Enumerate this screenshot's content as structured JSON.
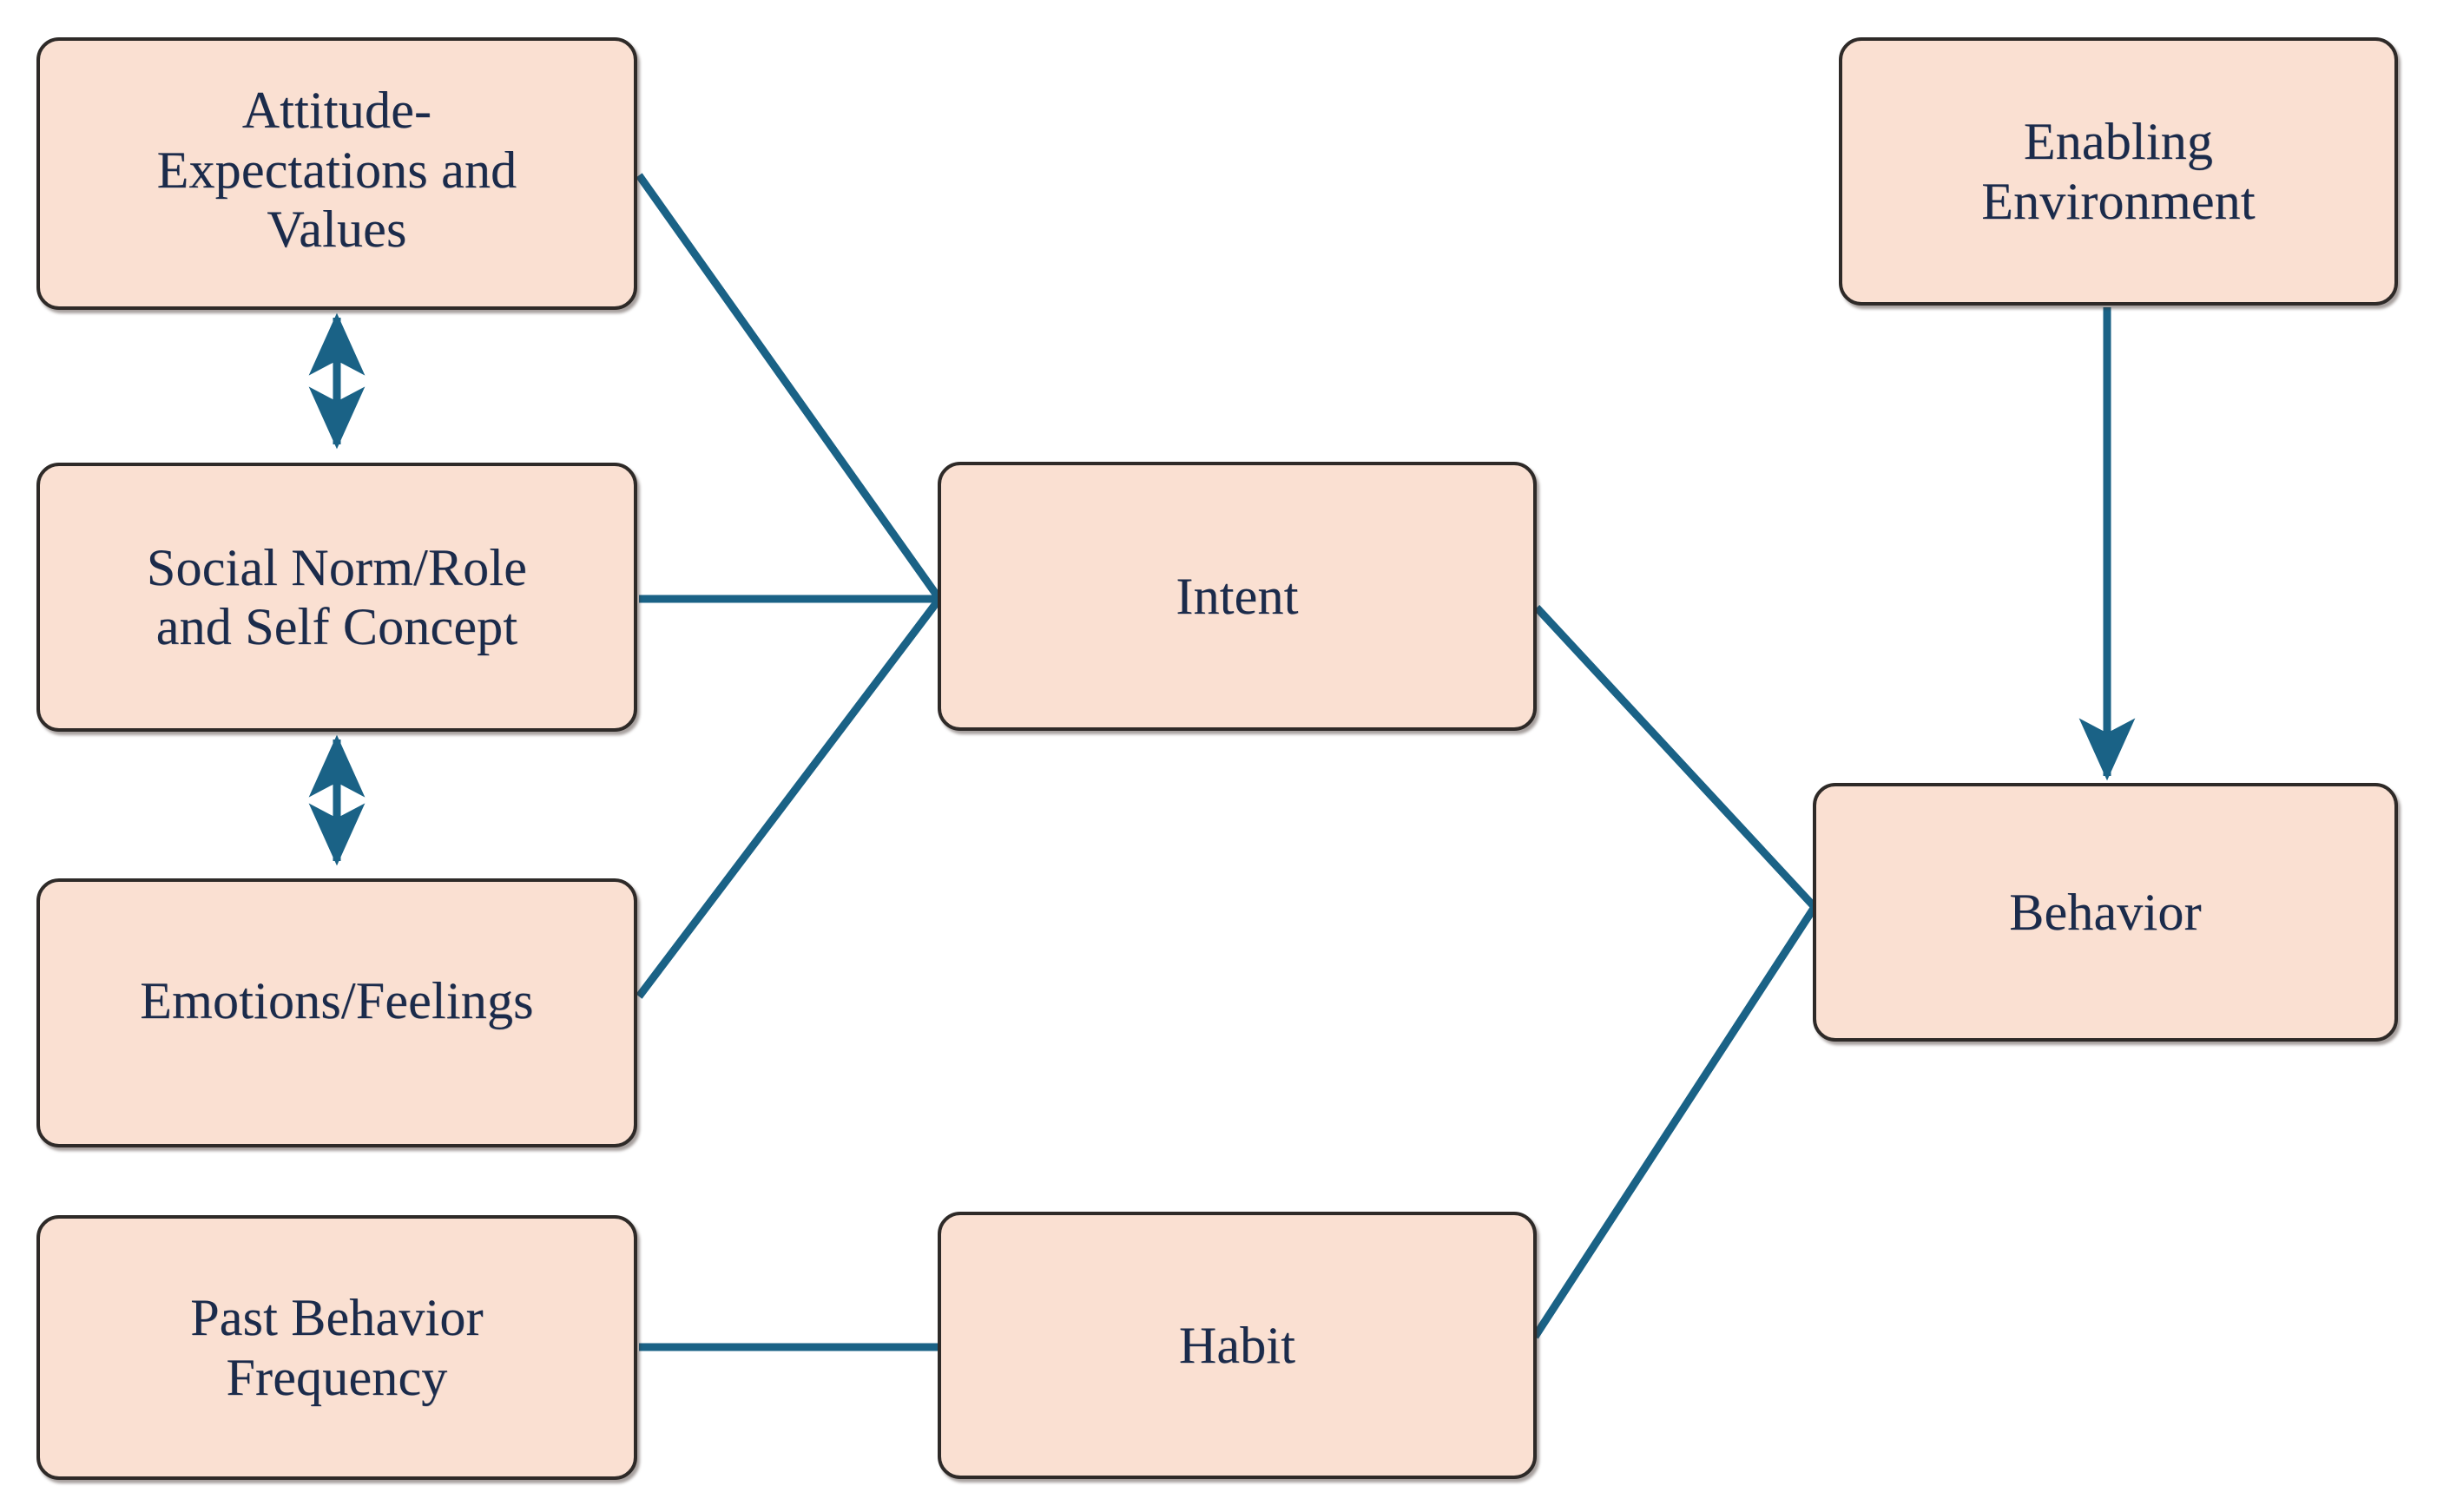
{
  "diagram": {
    "title": "Behavior model flow diagram",
    "colors": {
      "node_fill": "#FAE0D2",
      "node_border": "#2E2A28",
      "edge": "#1A6286",
      "text": "#1B2B4B",
      "background": "#FFFFFF"
    },
    "nodes": [
      {
        "id": "attitude",
        "label": "Attitude-\nExpectations and\nValues"
      },
      {
        "id": "social-norm",
        "label": "Social Norm/Role\nand Self Concept"
      },
      {
        "id": "emotions",
        "label": "Emotions/Feelings"
      },
      {
        "id": "past-behavior",
        "label": "Past Behavior\nFrequency"
      },
      {
        "id": "intent",
        "label": "Intent"
      },
      {
        "id": "habit",
        "label": "Habit"
      },
      {
        "id": "enabling",
        "label": "Enabling\nEnvironment"
      },
      {
        "id": "behavior",
        "label": "Behavior"
      }
    ],
    "edges": [
      {
        "id": "attitude-social-norm",
        "from": "attitude",
        "to": "social-norm",
        "type": "double-arrow",
        "orientation": "vertical"
      },
      {
        "id": "social-norm-emotions",
        "from": "social-norm",
        "to": "emotions",
        "type": "double-arrow",
        "orientation": "vertical"
      },
      {
        "id": "attitude-intent",
        "from": "attitude",
        "to": "intent",
        "type": "line",
        "orientation": "diagonal"
      },
      {
        "id": "social-norm-intent",
        "from": "social-norm",
        "to": "intent",
        "type": "line",
        "orientation": "horizontal"
      },
      {
        "id": "emotions-intent",
        "from": "emotions",
        "to": "intent",
        "type": "line",
        "orientation": "diagonal"
      },
      {
        "id": "intent-behavior",
        "from": "intent",
        "to": "behavior",
        "type": "line",
        "orientation": "diagonal"
      },
      {
        "id": "past-behavior-habit",
        "from": "past-behavior",
        "to": "habit",
        "type": "line",
        "orientation": "horizontal"
      },
      {
        "id": "habit-behavior",
        "from": "habit",
        "to": "behavior",
        "type": "line",
        "orientation": "diagonal"
      },
      {
        "id": "enabling-behavior",
        "from": "enabling",
        "to": "behavior",
        "type": "single-arrow",
        "orientation": "vertical"
      }
    ]
  }
}
